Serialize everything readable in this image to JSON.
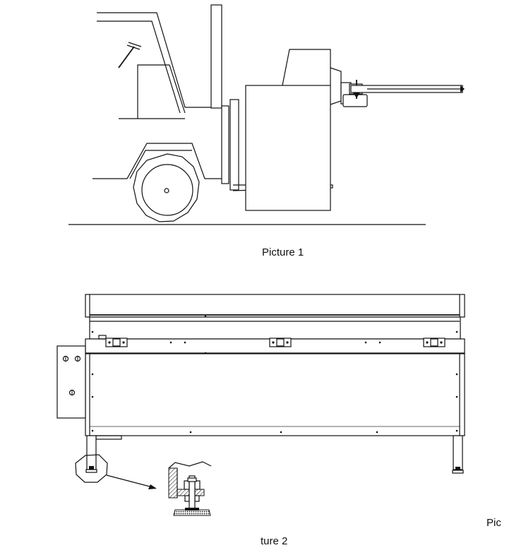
{
  "figure": {
    "caption_1": "Picture 1",
    "caption_2a": "Pic",
    "caption_2b": "ture 2"
  },
  "icons": {
    "forklift": "forklift-drawing-icon",
    "machine": "machine-frame-drawing-icon",
    "foot": "adjustable-foot-detail-icon"
  }
}
